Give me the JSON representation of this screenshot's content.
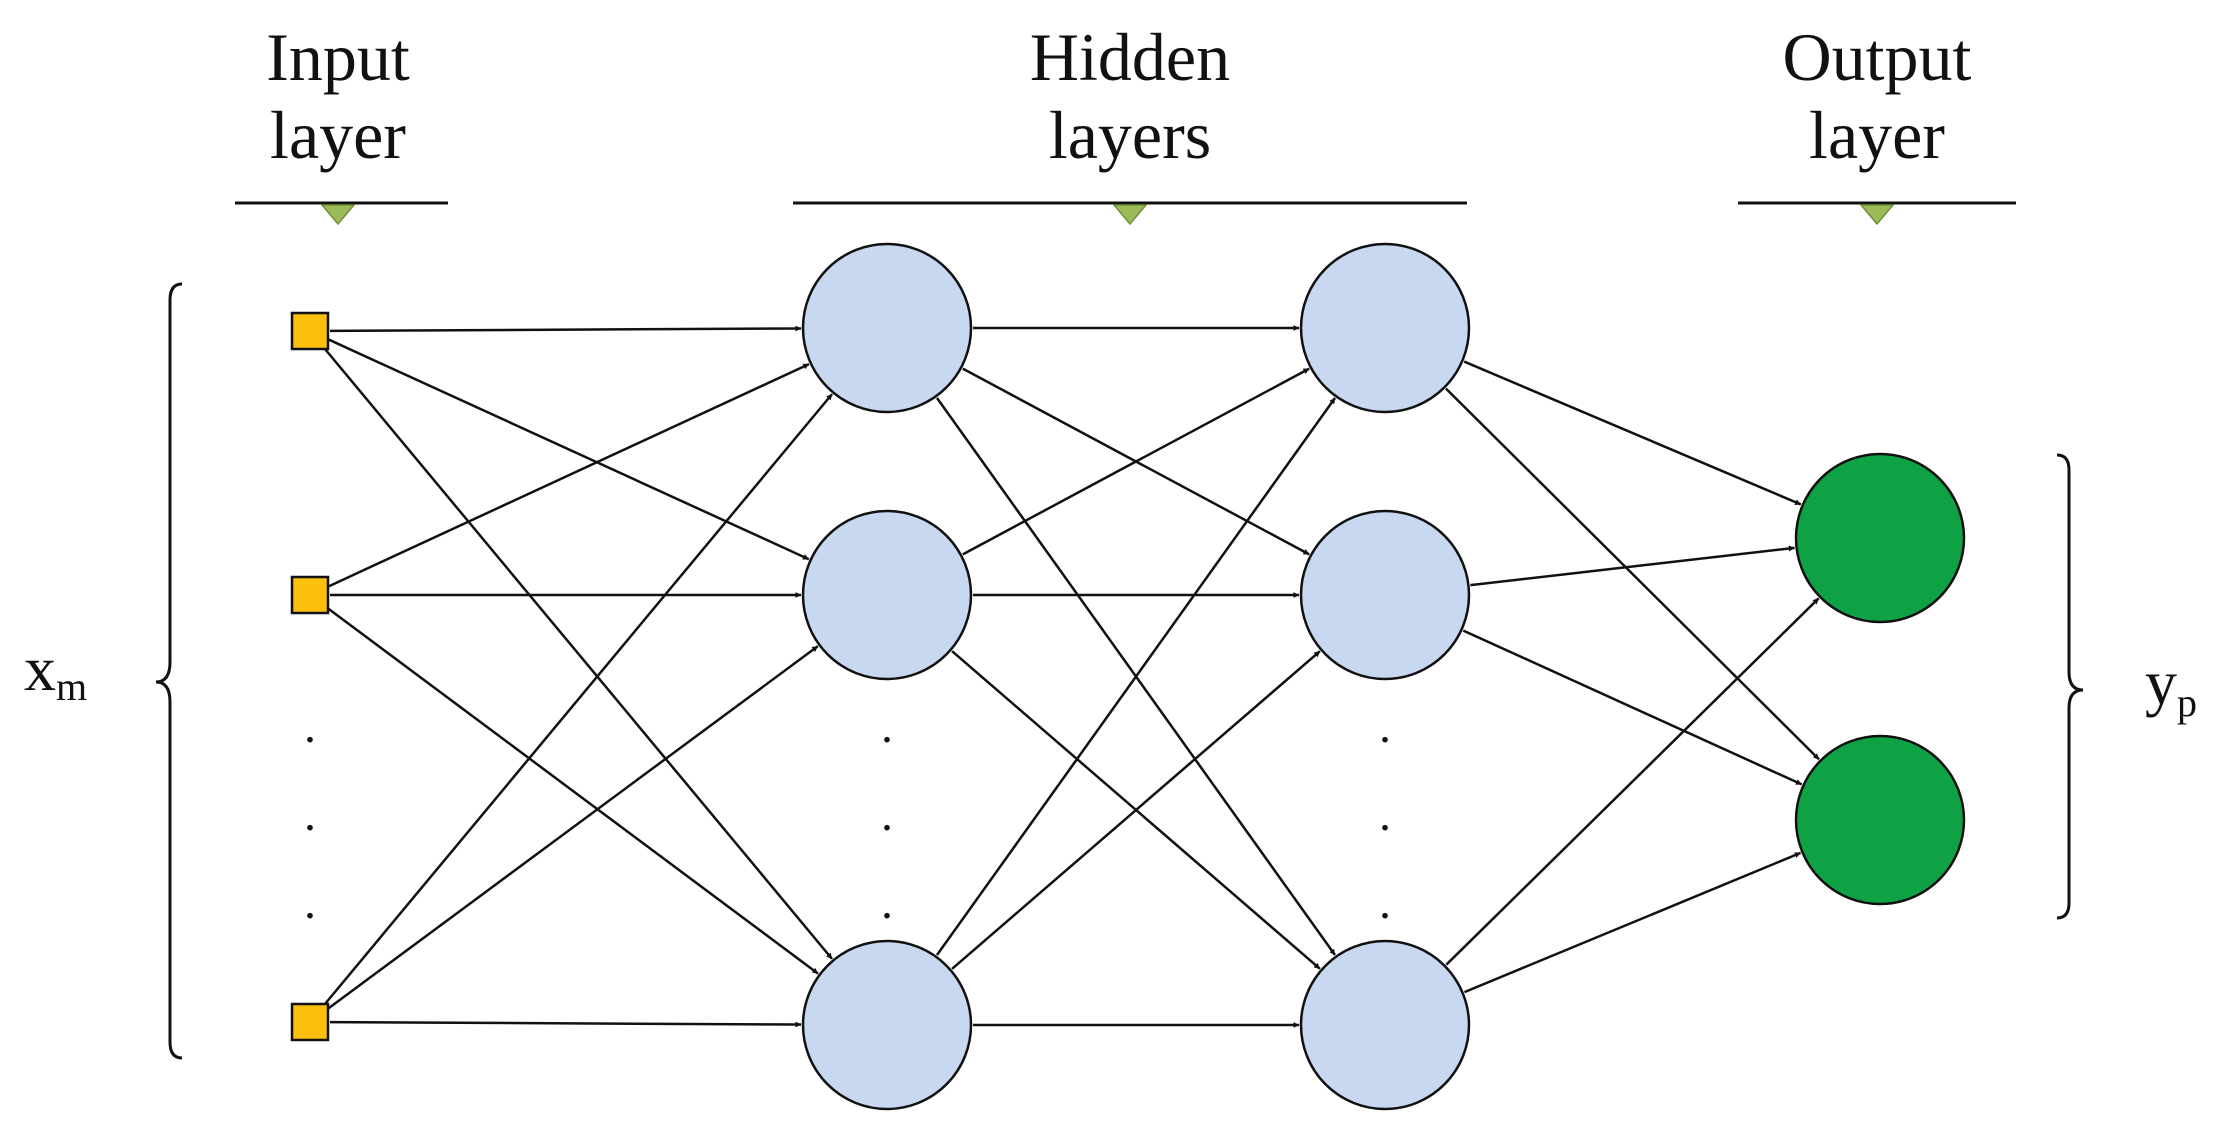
{
  "title": "",
  "layers": {
    "input": {
      "label_line1": "Input",
      "label_line2": "layer"
    },
    "hidden": {
      "label_line1": "Hidden",
      "label_line2": "layers"
    },
    "output": {
      "label_line1": "Output",
      "label_line2": "layer"
    }
  },
  "inputs": {
    "symbol": "x",
    "subscript": "m"
  },
  "outputs": {
    "symbol": "y",
    "subscript": "p"
  },
  "ellipsis_glyph": ".",
  "nodes": {
    "input": {
      "count_visible": 3,
      "shape": "square",
      "color": "#fbbf0e"
    },
    "hidden_1": {
      "count_visible": 3,
      "shape": "circle",
      "color": "#c7d8f0"
    },
    "hidden_2": {
      "count_visible": 3,
      "shape": "circle",
      "color": "#c7d8f0"
    },
    "output": {
      "count_visible": 2,
      "shape": "circle",
      "color": "#0fa244"
    }
  },
  "colors": {
    "edge": "#111111",
    "node_stroke": "#111111",
    "marker": "#9bbb59"
  },
  "connectivity": "fully-connected"
}
